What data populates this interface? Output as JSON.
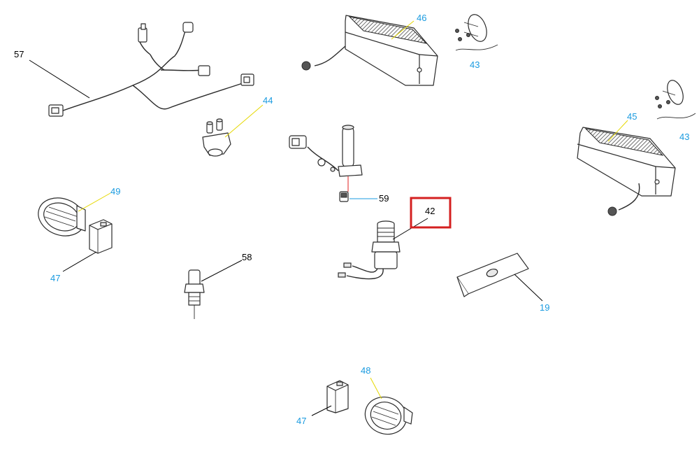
{
  "diagram": {
    "labels": {
      "p57": "57",
      "p44": "44",
      "p46": "46",
      "p43a": "43",
      "p43b": "43",
      "p45": "45",
      "p49": "49",
      "p47a": "47",
      "p47b": "47",
      "p58": "58",
      "p59": "59",
      "p42": "42",
      "p19": "19",
      "p48": "48"
    },
    "colors": {
      "label_black": "#000000",
      "label_blue": "#1a9be0",
      "leader_yellow": "#e6d800",
      "leader_blue": "#1a9be0",
      "leader_red": "#e02020",
      "highlight_box": "#d42020"
    },
    "highlighted_part": "42"
  }
}
